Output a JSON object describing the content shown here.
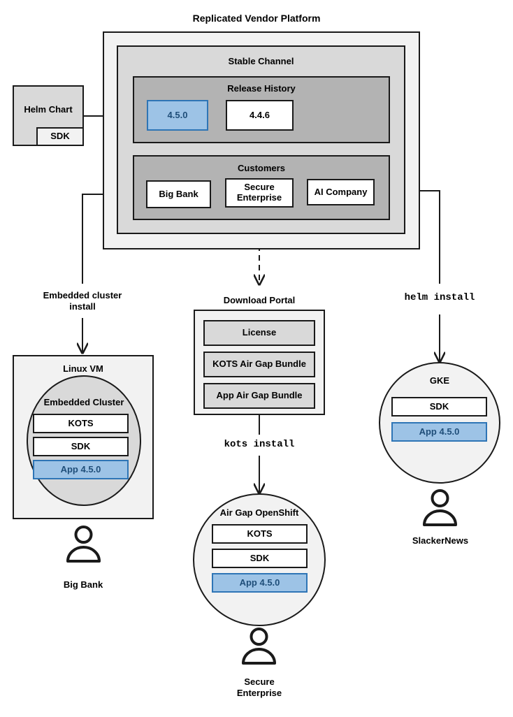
{
  "diagram": {
    "title": "Replicated Vendor Platform",
    "accent_blue_fill": "#9dc3e6",
    "accent_blue_border": "#2e75b6",
    "accent_blue_text": "#1f4e79",
    "level1_fill": "#f2f2f2",
    "level2_fill": "#d9d9d9",
    "level3_fill": "#b3b3b3",
    "stroke": "#1a1a1a"
  },
  "helm_chart": {
    "label": "Helm Chart",
    "sdk_label": "SDK"
  },
  "platform": {
    "stable_channel": {
      "title": "Stable Channel",
      "release_history": {
        "title": "Release History",
        "releases": [
          {
            "version": "4.5.0",
            "highlighted": true
          },
          {
            "version": "4.4.6",
            "highlighted": false
          }
        ]
      },
      "customers": {
        "title": "Customers",
        "items": [
          {
            "name": "Big Bank"
          },
          {
            "name": "Secure Enterprise"
          },
          {
            "name": "AI Company"
          }
        ]
      }
    }
  },
  "edges": [
    {
      "id": "helm-to-release",
      "label": "",
      "style": "solid"
    },
    {
      "id": "bigbank-to-linuxvm",
      "label": "Embedded cluster install",
      "style": "solid"
    },
    {
      "id": "secure-to-portal",
      "label": "",
      "style": "dashed"
    },
    {
      "id": "portal-to-openshift",
      "label": "kots install",
      "style": "solid",
      "mono": true
    },
    {
      "id": "aicompany-to-gke",
      "label": "helm install",
      "style": "solid",
      "mono": true
    }
  ],
  "labels": {
    "embedded_cluster_install": "Embedded cluster\ninstall",
    "embedded_cluster_install_line1": "Embedded cluster",
    "embedded_cluster_install_line2": "install",
    "kots_install": "kots install",
    "helm_install": "helm install",
    "download_portal": "Download Portal"
  },
  "download_portal": {
    "title": "Download Portal",
    "artifacts": [
      {
        "label": "License"
      },
      {
        "label": "KOTS Air Gap Bundle"
      },
      {
        "label": "App Air Gap Bundle"
      }
    ]
  },
  "targets": {
    "linux_vm": {
      "title": "Linux VM",
      "cluster": {
        "title": "Embedded Cluster",
        "components": [
          {
            "label": "KOTS",
            "highlighted": false
          },
          {
            "label": "SDK",
            "highlighted": false
          },
          {
            "label": "App 4.5.0",
            "highlighted": true
          }
        ]
      },
      "actor": "Big Bank"
    },
    "air_gap_openshift": {
      "title": "Air Gap OpenShift",
      "components": [
        {
          "label": "KOTS",
          "highlighted": false
        },
        {
          "label": "SDK",
          "highlighted": false
        },
        {
          "label": "App 4.5.0",
          "highlighted": true
        }
      ],
      "actor_line1": "Secure",
      "actor_line2": "Enterprise"
    },
    "gke": {
      "title": "GKE",
      "components": [
        {
          "label": "SDK",
          "highlighted": false
        },
        {
          "label": "App 4.5.0",
          "highlighted": true
        }
      ],
      "actor": "SlackerNews"
    }
  }
}
